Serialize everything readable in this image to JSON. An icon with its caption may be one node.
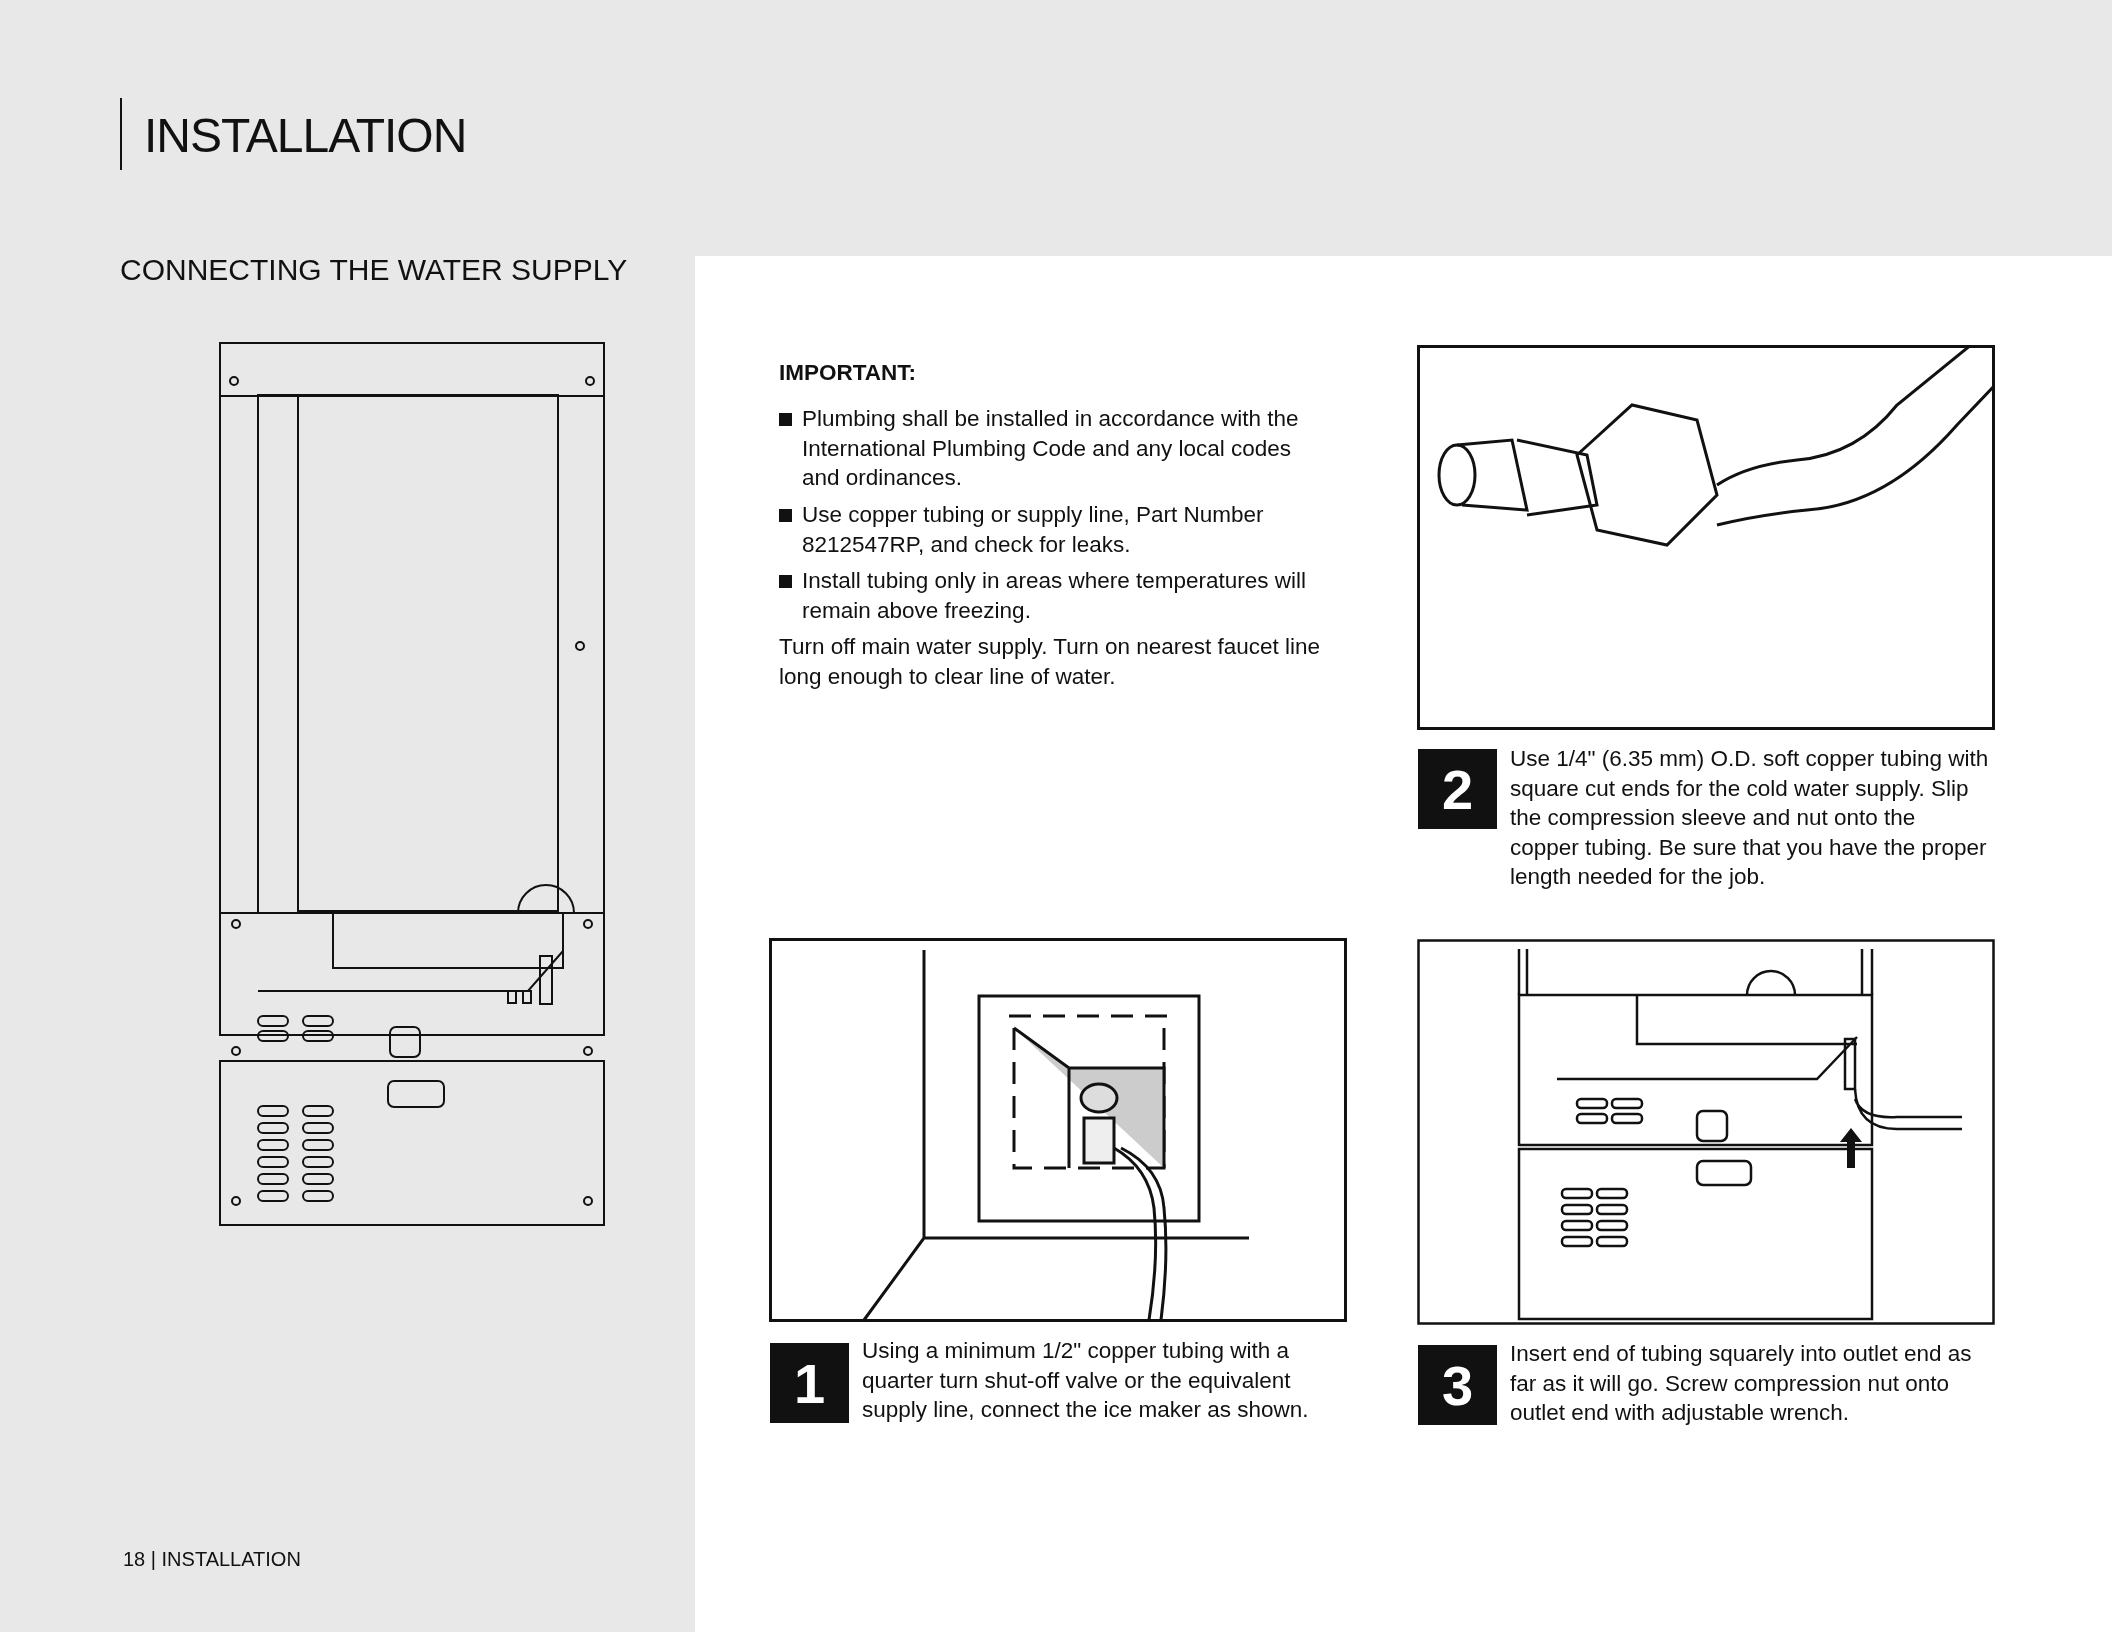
{
  "diagram": {
    "title": "INSTALLATION",
    "labels": [
      "CONNECTING THE WATER SUPPLY",
      "IMPORTANT:",
      "Plumbing shall be installed in accordance with the International Plumbing Code and any local codes and ordinances.",
      "Use copper tubing or supply line, Part Number 8212547RP, and check for leaks.",
      "Install tubing only in areas where temperatures will remain above freezing.",
      "Turn off main water supply. Turn on nearest faucet line long enough to clear line of water.",
      "2",
      "Use 1/4\" (6.35 mm) O.D. soft copper tubing with square cut ends for the cold water supply. Slip the compression sleeve and nut onto the copper tubing. Be sure that you have the proper length needed for the job.",
      "1",
      "Using a minimum 1/2\" copper tubing with a quarter turn shut-off valve or the equivalent supply line, connect the ice maker as shown.",
      "3",
      "Insert end of tubing squarely into outlet end as far as it will go. Screw compression nut onto outlet end with adjustable wrench.",
      "18 | INSTALLATION"
    ]
  }
}
